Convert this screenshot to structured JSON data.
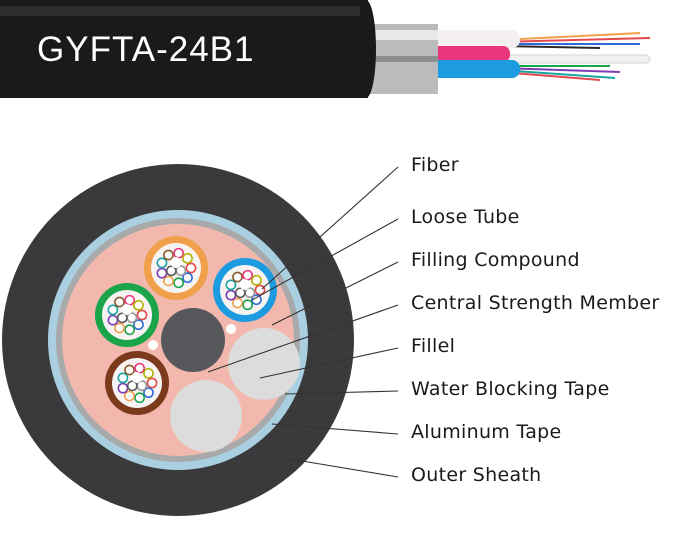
{
  "product": {
    "name": "GYFTA-24B1"
  },
  "labels": [
    {
      "key": "fiber",
      "text": "Fiber"
    },
    {
      "key": "loose-tube",
      "text": "Loose Tube"
    },
    {
      "key": "filling-compound",
      "text": "Filling Compound"
    },
    {
      "key": "central-strength-member",
      "text": "Central Strength Member"
    },
    {
      "key": "fillel",
      "text": "Fillel"
    },
    {
      "key": "water-blocking-tape",
      "text": "Water Blocking Tape"
    },
    {
      "key": "aluminum-tape",
      "text": "Aluminum Tape"
    },
    {
      "key": "outer-sheath",
      "text": "Outer Sheath"
    }
  ],
  "colors": {
    "outer_sheath": "#3a3a3c",
    "aluminum_tape": "#a7a9ab",
    "water_blocking_tape": "#a9cfe0",
    "filling_compound": "#f2b7ad",
    "central_strength_member": "#57585b",
    "fillel": "#dcdcdc",
    "tube_blue": "#1c9be0",
    "tube_orange": "#f0a04a",
    "tube_green": "#1aa54b",
    "tube_brown": "#7b3a1c"
  }
}
